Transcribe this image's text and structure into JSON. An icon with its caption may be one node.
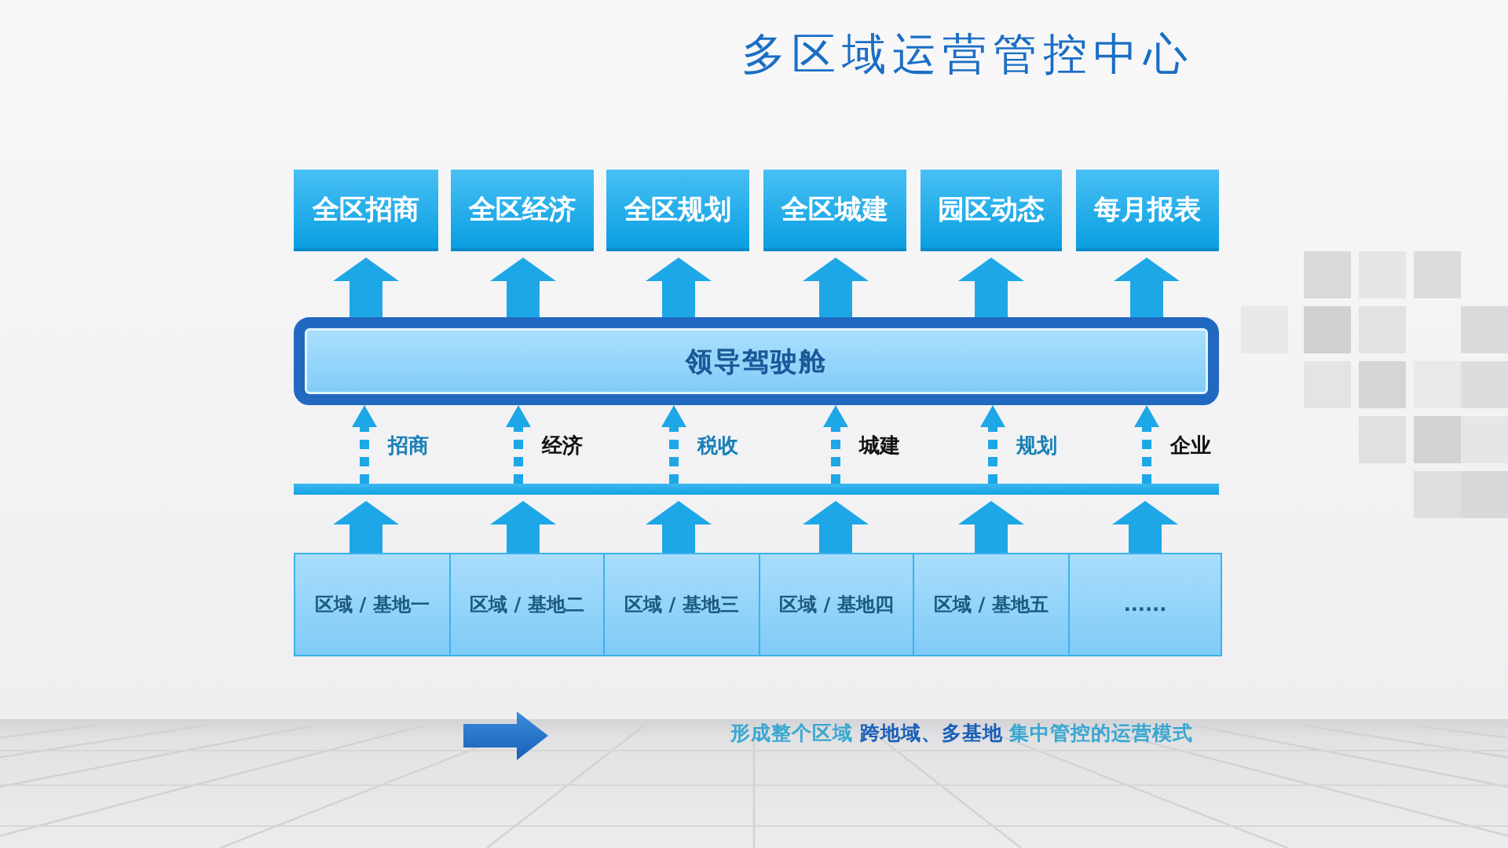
{
  "diagram": {
    "title": "多区域运营管控中心",
    "nodes": [
      {
        "text": [
          "全区招商"
        ]
      },
      {
        "text": [
          "全区经济"
        ]
      },
      {
        "text": [
          "全区规划"
        ]
      },
      {
        "text": [
          "全区城建"
        ]
      },
      {
        "text": [
          "园区动态"
        ]
      },
      {
        "text": [
          "每月报表"
        ]
      },
      {
        "text": [
          "领导驾驶舱"
        ]
      },
      {
        "text": [],
        "shape": "bar"
      },
      {
        "text": [
          "区域 / 基地一"
        ]
      },
      {
        "text": [
          "区域 / 基地二"
        ]
      },
      {
        "text": [
          "区域 / 基地三"
        ]
      },
      {
        "text": [
          "区域 / 基地四"
        ]
      },
      {
        "text": [
          "区域 / 基地五"
        ]
      },
      {
        "text": [
          "......"
        ]
      }
    ],
    "edges": [
      {
        "from": 8,
        "to": 7,
        "arrow": "to"
      },
      {
        "from": 9,
        "to": 7,
        "arrow": "to"
      },
      {
        "from": 10,
        "to": 7,
        "arrow": "to"
      },
      {
        "from": 11,
        "to": 7,
        "arrow": "to"
      },
      {
        "from": 12,
        "to": 7,
        "arrow": "to"
      },
      {
        "from": 13,
        "to": 7,
        "arrow": "to"
      },
      {
        "from": 7,
        "to": 6,
        "arrow": "to",
        "style": "dashed",
        "label": "招商"
      },
      {
        "from": 7,
        "to": 6,
        "arrow": "to",
        "style": "dashed",
        "label": "经济"
      },
      {
        "from": 7,
        "to": 6,
        "arrow": "to",
        "style": "dashed",
        "label": "税收"
      },
      {
        "from": 7,
        "to": 6,
        "arrow": "to",
        "style": "dashed",
        "label": "城建"
      },
      {
        "from": 7,
        "to": 6,
        "arrow": "to",
        "style": "dashed",
        "label": "规划"
      },
      {
        "from": 7,
        "to": 6,
        "arrow": "to",
        "style": "dashed",
        "label": "企业"
      },
      {
        "from": 6,
        "to": 0,
        "arrow": "to"
      },
      {
        "from": 6,
        "to": 1,
        "arrow": "to"
      },
      {
        "from": 6,
        "to": 2,
        "arrow": "to"
      },
      {
        "from": 6,
        "to": 3,
        "arrow": "to"
      },
      {
        "from": 6,
        "to": 4,
        "arrow": "to"
      },
      {
        "from": 6,
        "to": 5,
        "arrow": "to"
      }
    ],
    "labels": [
      "形成整个区域 **跨地域、多基地** 集中管控的运营模式"
    ]
  }
}
